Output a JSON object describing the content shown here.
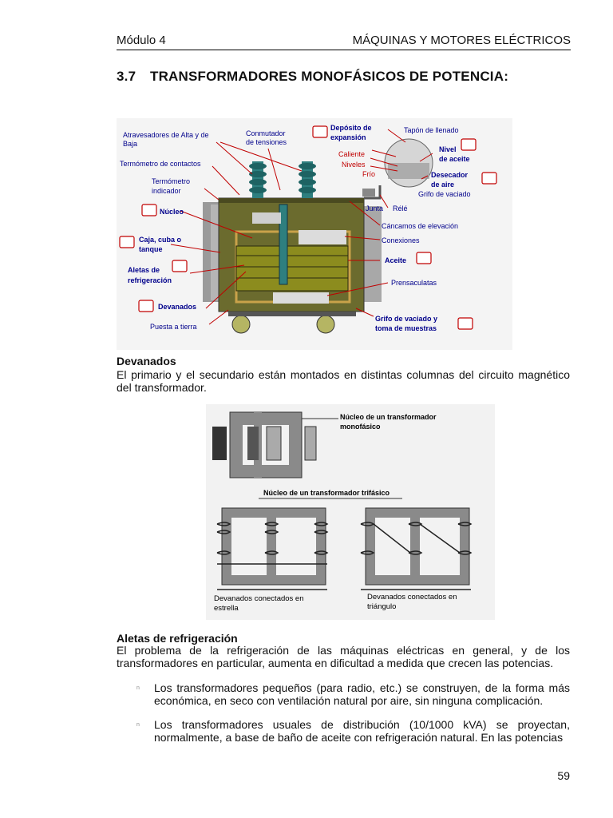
{
  "header": {
    "left": "Módulo 4",
    "right": "MÁQUINAS Y MOTORES ELÉCTRICOS"
  },
  "section": {
    "number": "3.7",
    "title": "TRANSFORMADORES MONOFÁSICOS DE POTENCIA:"
  },
  "figure1": {
    "labels": {
      "atravesadores_1": "Atravesadores de Alta y de",
      "atravesadores_2": "Baja",
      "conmutador_1": "Conmutador",
      "conmutador_2": "de tensiones",
      "deposito_1": "Depósito de",
      "deposito_2": "expansión",
      "tapon": "Tapón de llenado",
      "termometro_contactos": "Termómetro de contactos",
      "caliente": "Caliente",
      "niveles": "Niveles",
      "frio": "Frío",
      "nivel_aceite_1": "Nivel",
      "nivel_aceite_2": "de aceite",
      "termometro_ind_1": "Termómetro",
      "termometro_ind_2": "indicador",
      "desecador_1": "Desecador",
      "desecador_2": "de aire",
      "grifo_vaciado": "Grifo de vaciado",
      "nucleo": "Núcleo",
      "junta": "Junta",
      "rele": "Rélé",
      "cancamos": "Cáncamos de elevación",
      "caja_1": "Caja, cuba o",
      "caja_2": "tanque",
      "conexiones": "Conexiones",
      "aletas_1": "Aletas de",
      "aletas_2": "refrigeración",
      "aceite": "Aceite",
      "prensaculatas": "Prensaculatas",
      "devanados": "Devanados",
      "puesta_tierra": "Puesta a tierra",
      "grifo_muestras_1": "Grifo de vaciado y",
      "grifo_muestras_2": "toma de muestras"
    }
  },
  "figure2": {
    "nucleo_mono_1": "Núcleo de un transformador",
    "nucleo_mono_2": "monofásico",
    "nucleo_tri": "Núcleo de un transformador trifásico",
    "estrella_1": "Devanados conectados en",
    "estrella_2": "estrella",
    "triangulo_1": "Devanados conectados en",
    "triangulo_2": "triángulo"
  },
  "devanados": {
    "heading": "Devanados",
    "text": "El primario y el secundario están montados en distintas columnas del circuito magnético del transformador."
  },
  "aletas": {
    "heading": "Aletas de refrigeración",
    "text": "El problema de la refrigeración de las máquinas eléctricas en general, y de los transformadores en particular, aumenta en dificultad a medida que crecen las potencias."
  },
  "bullets": [
    "Los transformadores pequeños (para radio, etc.) se construyen, de la forma más económica, en seco con ventilación natural por aire, sin ninguna complicación.",
    "Los transformadores usuales de distribución (10/1000 kVA) se proyectan, normalmente, a base de baño de aceite con refrigeración natural. En las potencias"
  ],
  "bullet_glyph": "n",
  "page_number": "59",
  "colors": {
    "tank": "#6b6b2e",
    "core": "#2e7f7f",
    "winding": "#8c8c1e",
    "core_gray": "#8a8a8a"
  }
}
